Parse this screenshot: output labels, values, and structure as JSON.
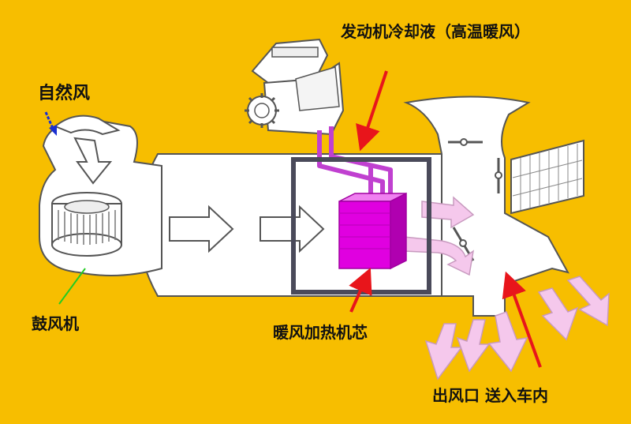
{
  "labels": {
    "natural_wind": "自然风",
    "engine_coolant": "发动机冷却液（高温暖风）",
    "blower": "鼓风机",
    "heater_core": "暖风加热机芯",
    "outlet": "出风口 送入车内"
  },
  "colors": {
    "background": "#F7BE00",
    "duct": "#FFFFFF",
    "outline": "#555555",
    "heater_core": "#E000E0",
    "coolant_pipe": "#C040D0",
    "warm_air_arrow": "#F5C8EC",
    "pointer_red": "#E8151B",
    "pointer_blue": "#1A2FD0",
    "pointer_green": "#22CC22",
    "highlight_box": "#4A4A5A"
  },
  "icons": [
    "blower-fan-icon",
    "engine-icon",
    "radiator-grille-icon",
    "damper-icon",
    "flow-arrow-icon"
  ]
}
